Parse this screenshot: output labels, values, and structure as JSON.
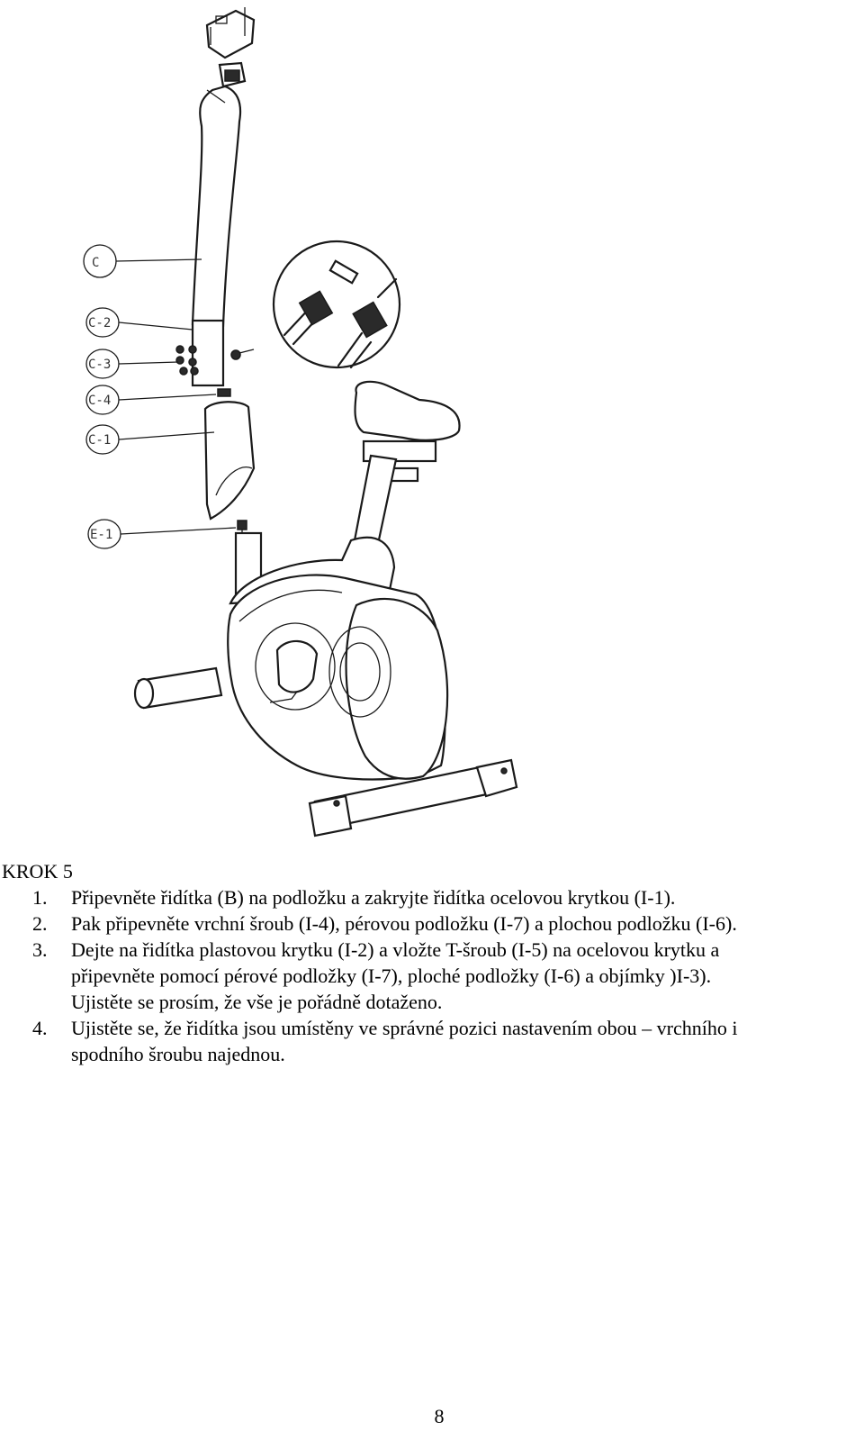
{
  "figure": {
    "callouts": [
      "C",
      "C-2",
      "C-3",
      "C-4",
      "C-1",
      "E-1"
    ]
  },
  "step": {
    "heading": "KROK 5",
    "items": [
      {
        "num": "1.",
        "lines": [
          "Připevněte řidítka (B) na podložku a zakryjte řidítka ocelovou krytkou (I-1)."
        ]
      },
      {
        "num": "2.",
        "lines": [
          "Pak připevněte vrchní šroub (I-4), pérovou podložku (I-7) a plochou podložku (I-6)."
        ]
      },
      {
        "num": "3.",
        "lines": [
          "Dejte na řidítka plastovou krytku (I-2) a vložte T-šroub (I-5) na ocelovou krytku a",
          "připevněte pomocí pérové podložky (I-7), ploché podložky (I-6) a objímky )I-3).",
          "Ujistěte se prosím, že vše je pořádně dotaženo."
        ]
      },
      {
        "num": "4.",
        "lines": [
          "Ujistěte se, že řidítka jsou umístěny ve správné pozici nastavením obou – vrchního i",
          "spodního šroubu najednou."
        ]
      }
    ]
  },
  "page_number": "8"
}
